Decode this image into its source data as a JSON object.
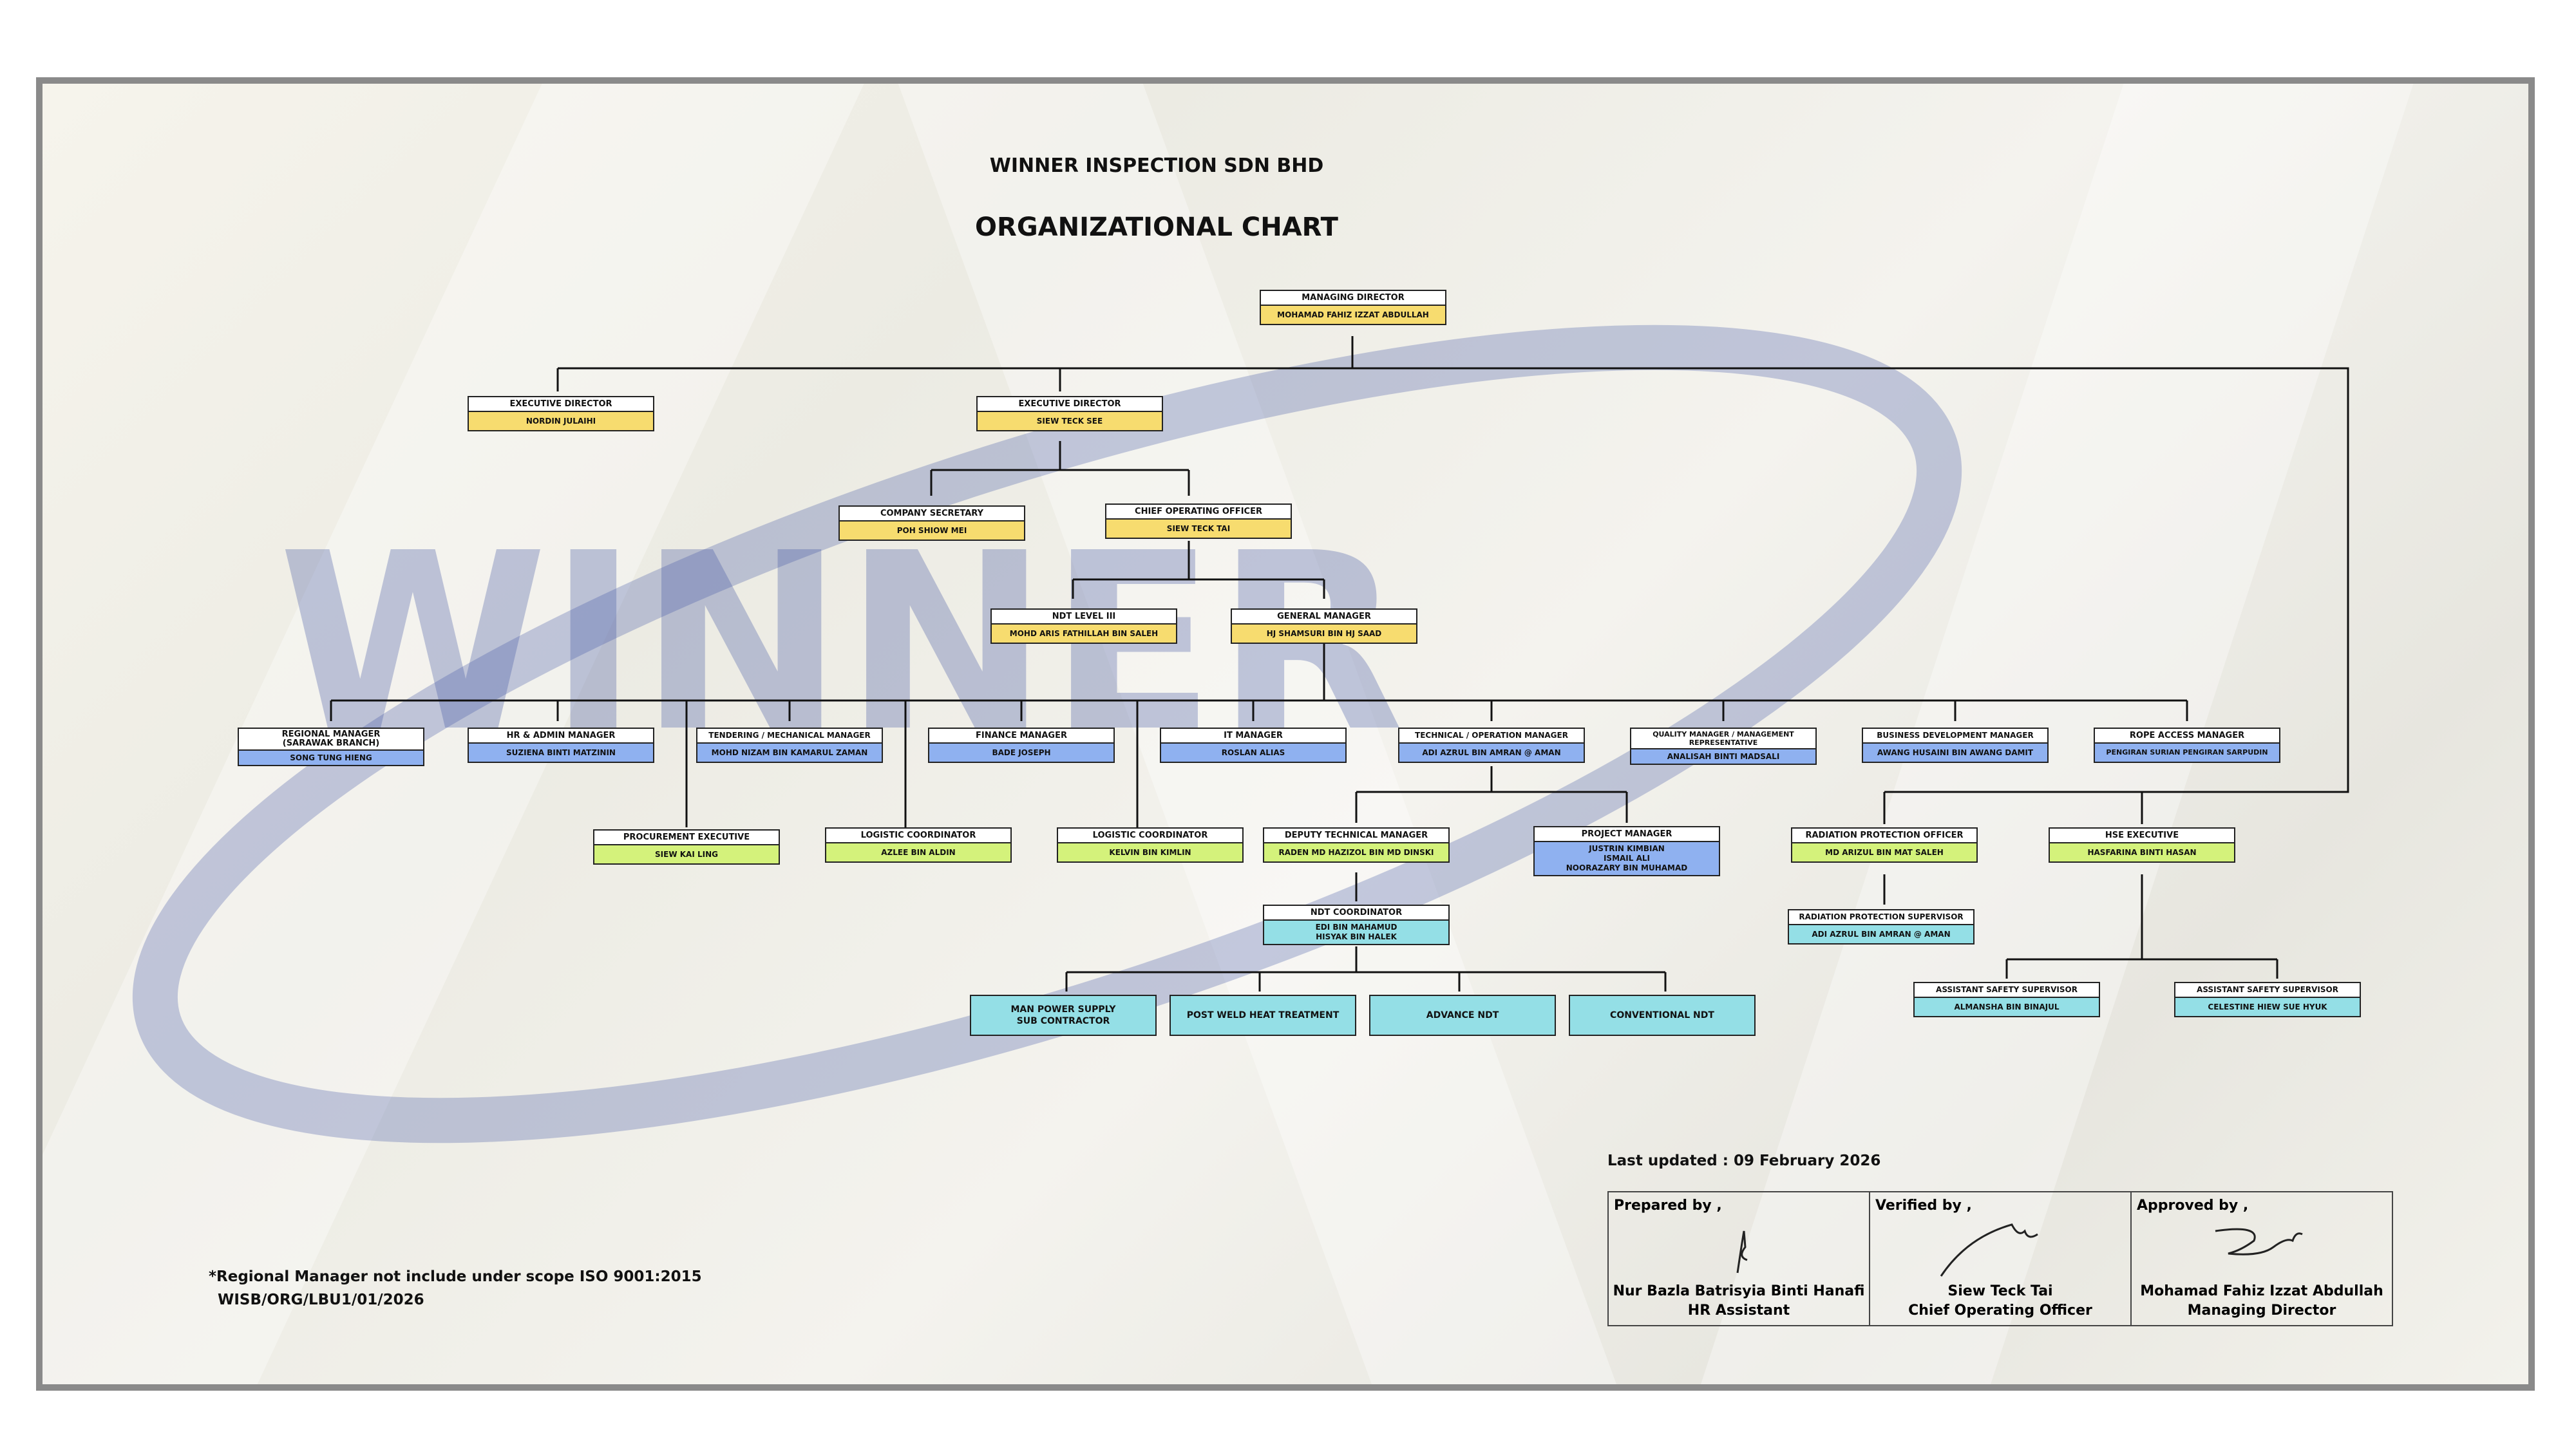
{
  "header": {
    "company": "WINNER INSPECTION SDN BHD",
    "title": "ORGANIZATIONAL CHART"
  },
  "watermark": {
    "text": "WINNER",
    "color": "#3b4fa0"
  },
  "colors": {
    "yellow": "#f7dc6f",
    "blue": "#8fb1f0",
    "green": "#d4f27b",
    "cyan": "#94dfe6",
    "frame": "#8a8a8a"
  },
  "nodes": {
    "md": {
      "role": "MANAGING DIRECTOR",
      "name": "MOHAMAD FAHIZ IZZAT ABDULLAH"
    },
    "ed1": {
      "role": "EXECUTIVE DIRECTOR",
      "name": "NORDIN JULAIHI"
    },
    "ed2": {
      "role": "EXECUTIVE DIRECTOR",
      "name": "SIEW TECK SEE"
    },
    "cs": {
      "role": "COMPANY SECRETARY",
      "name": "POH SHIOW MEI"
    },
    "coo": {
      "role": "CHIEF OPERATING OFFICER",
      "name": "SIEW TECK TAI"
    },
    "ndt3": {
      "role": "NDT LEVEL III",
      "name": "MOHD ARIS FATHILLAH BIN SALEH"
    },
    "gm": {
      "role": "GENERAL MANAGER",
      "name": "HJ SHAMSURI BIN HJ SAAD"
    },
    "rm": {
      "role": "REGIONAL MANAGER\n(SARAWAK BRANCH)",
      "name": "SONG TUNG HIENG"
    },
    "hr": {
      "role": "HR & ADMIN MANAGER",
      "name": "SUZIENA BINTI MATZININ"
    },
    "tm": {
      "role": "TENDERING / MECHANICAL MANAGER",
      "name": "MOHD NIZAM BIN KAMARUL ZAMAN"
    },
    "fm": {
      "role": "FINANCE MANAGER",
      "name": "BADE JOSEPH"
    },
    "it": {
      "role": "IT MANAGER",
      "name": "ROSLAN ALIAS"
    },
    "tom": {
      "role": "TECHNICAL / OPERATION MANAGER",
      "name": "ADI AZRUL BIN AMRAN @ AMAN"
    },
    "qm": {
      "role": "QUALITY MANAGER / MANAGEMENT REPRESENTATIVE",
      "name": "ANALISAH BINTI MADSALI"
    },
    "bdm": {
      "role": "BUSINESS DEVELOPMENT MANAGER",
      "name": "AWANG HUSAINI BIN AWANG DAMIT"
    },
    "ram": {
      "role": "ROPE ACCESS MANAGER",
      "name": "PENGIRAN SURIAN PENGIRAN SARPUDIN"
    },
    "pe": {
      "role": "PROCUREMENT EXECUTIVE",
      "name": "SIEW KAI LING"
    },
    "lc1": {
      "role": "LOGISTIC COORDINATOR",
      "name": "AZLEE BIN ALDIN"
    },
    "lc2": {
      "role": "LOGISTIC COORDINATOR",
      "name": "KELVIN BIN KIMLIN"
    },
    "dtm": {
      "role": "DEPUTY TECHNICAL MANAGER",
      "name": "RADEN MD HAZIZOL BIN MD DINSKI"
    },
    "pm": {
      "role": "PROJECT MANAGER",
      "name": "JUSTRIN KIMBIAN\nISMAIL ALI\nNOORAZARY BIN MUHAMAD"
    },
    "rpo": {
      "role": "RADIATION PROTECTION OFFICER",
      "name": "MD ARIZUL BIN MAT SALEH"
    },
    "hse": {
      "role": "HSE EXECUTIVE",
      "name": "HASFARINA BINTI HASAN"
    },
    "ndtc": {
      "role": "NDT COORDINATOR",
      "name": "EDI BIN MAHAMUD\nHISYAK BIN HALEK"
    },
    "rps": {
      "role": "RADIATION PROTECTION SUPERVISOR",
      "name": "ADI AZRUL BIN AMRAN @ AMAN"
    },
    "ass1": {
      "role": "ASSISTANT SAFETY SUPERVISOR",
      "name": "ALMANSHA BIN BINAJUL"
    },
    "ass2": {
      "role": "ASSISTANT SAFETY SUPERVISOR",
      "name": "CELESTINE HIEW SUE HYUK"
    },
    "mp": {
      "label": "MAN POWER SUPPLY\nSUB CONTRACTOR"
    },
    "pwht": {
      "label": "POST WELD HEAT TREATMENT"
    },
    "andt": {
      "label": "ADVANCE NDT"
    },
    "cndt": {
      "label": "CONVENTIONAL NDT"
    }
  },
  "footer": {
    "note": "*Regional Manager not include under scope ISO 9001:2015",
    "doc_code": "WISB/ORG/LBU1/01/2026",
    "last_updated": "Last updated : 09 February 2026",
    "signatures": [
      {
        "label": "Prepared by ,",
        "name": "Nur Bazla Batrisyia Binti Hanafi",
        "position": "HR Assistant"
      },
      {
        "label": "Verified by ,",
        "name": "Siew Teck Tai",
        "position": "Chief Operating Officer"
      },
      {
        "label": "Approved by ,",
        "name": "Mohamad Fahiz Izzat Abdullah",
        "position": "Managing Director"
      }
    ]
  }
}
